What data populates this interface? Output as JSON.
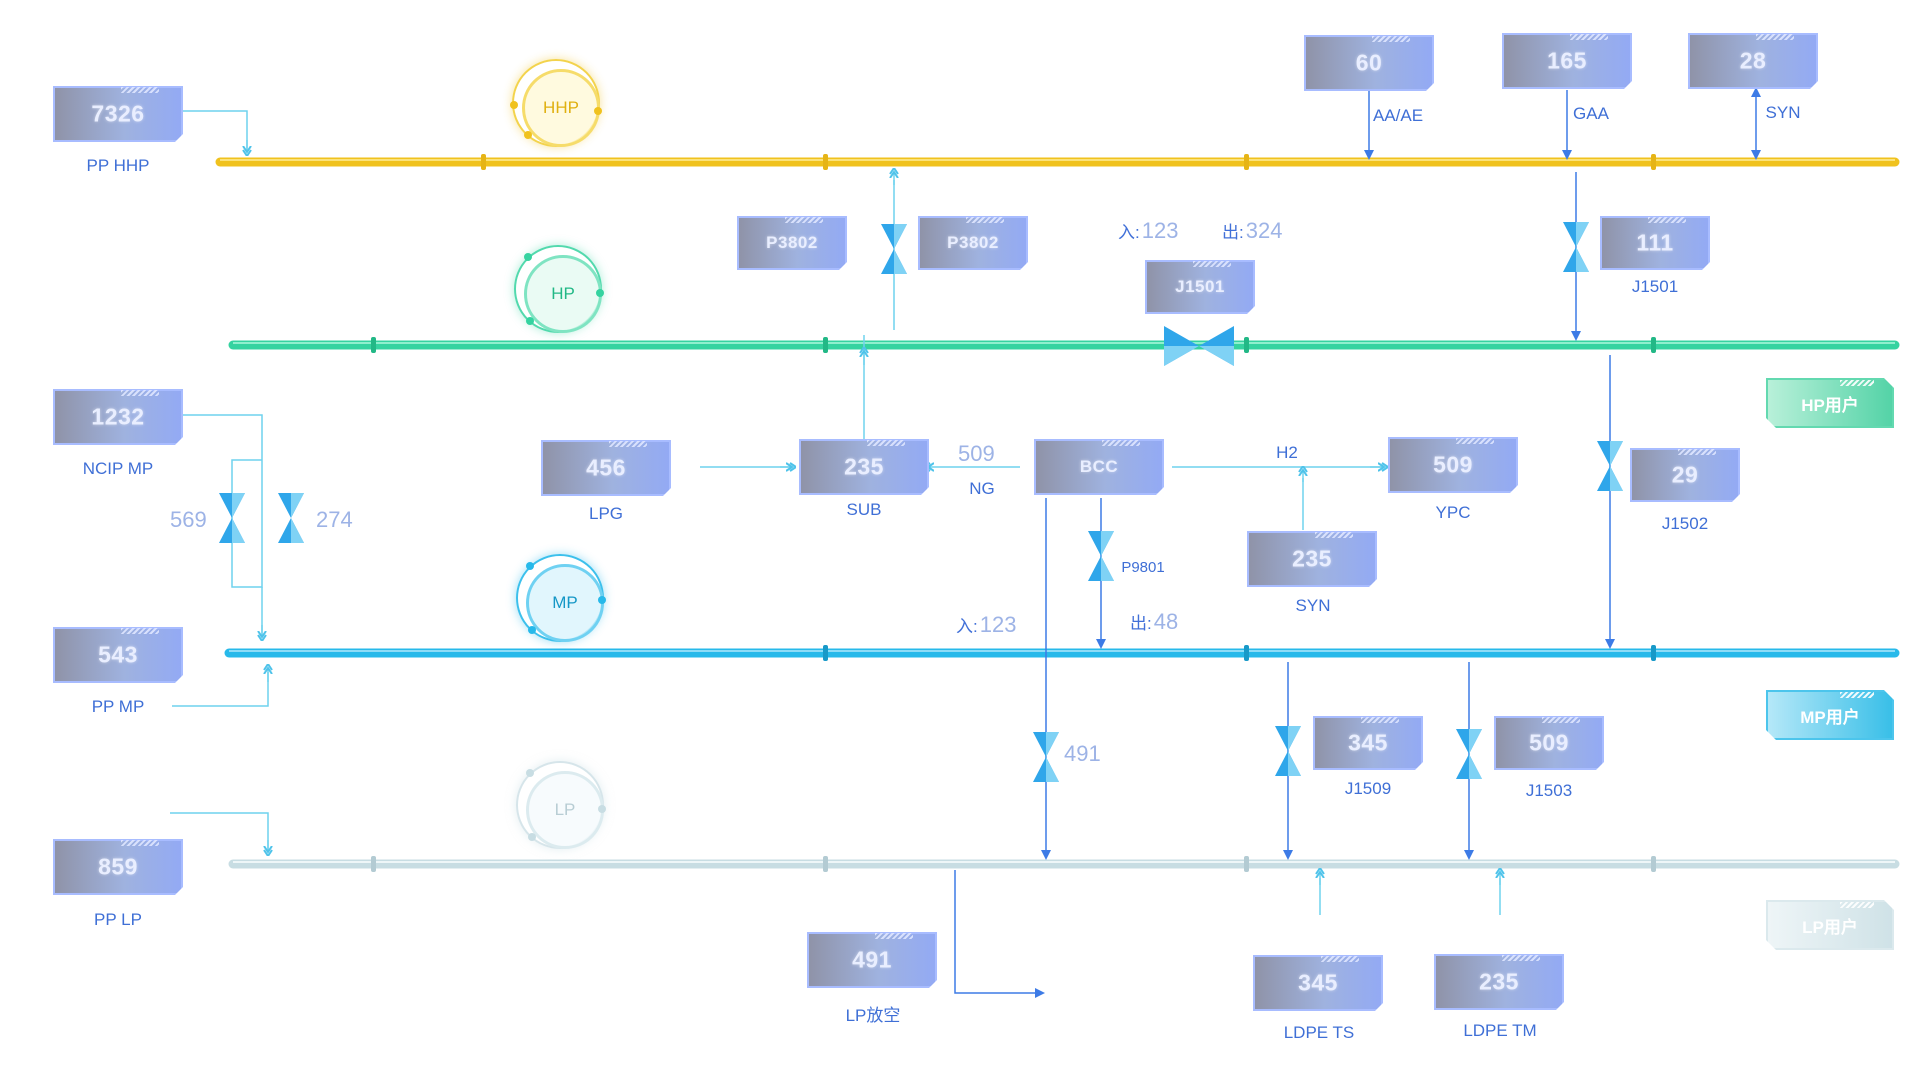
{
  "headers": {
    "hhp": "HHP",
    "hp": "HP",
    "mp": "MP",
    "lp": "LP"
  },
  "colors": {
    "hhp": "#f0c21e",
    "hp": "#35d3a0",
    "mp": "#27b9ea",
    "lp": "#c8dde3",
    "flow": "#3d7be6",
    "branch": "#6fd2ee",
    "valve": "#2fa6ea"
  },
  "boxes": {
    "pp_hhp": {
      "value": "7326",
      "label": "PP HHP"
    },
    "aa_ae": {
      "value": "60",
      "label": "AA/AE"
    },
    "gaa": {
      "value": "165",
      "label": "GAA"
    },
    "syn_top": {
      "value": "28",
      "label": "SYN"
    },
    "p3802_left": {
      "value": "P3802"
    },
    "p3802_right": {
      "value": "P3802"
    },
    "j1501_mid": {
      "value": "J1501"
    },
    "j1501_right": {
      "value": "111",
      "label": "J1501"
    },
    "ncip_mp": {
      "value": "1232",
      "label": "NCIP MP"
    },
    "lpg": {
      "value": "456",
      "label": "LPG"
    },
    "sub": {
      "value": "235",
      "label": "SUB"
    },
    "bcc": {
      "value": "BCC"
    },
    "ypc": {
      "value": "509",
      "label": "YPC"
    },
    "j1502": {
      "value": "29",
      "label": "J1502"
    },
    "syn_mid": {
      "value": "235",
      "label": "SYN"
    },
    "pp_mp": {
      "value": "543",
      "label": "PP MP"
    },
    "j1509": {
      "value": "345",
      "label": "J1509"
    },
    "j1503": {
      "value": "509",
      "label": "J1503"
    },
    "pp_lp": {
      "value": "859",
      "label": "PP LP"
    },
    "lp_vent": {
      "value": "491",
      "label": "LP放空"
    },
    "ldpe_ts": {
      "value": "345",
      "label": "LDPE TS"
    },
    "ldpe_tm": {
      "value": "235",
      "label": "LDPE TM"
    }
  },
  "texts": {
    "ng_value": "509",
    "ng_label": "NG",
    "h2_label": "H2",
    "p9801_label": "P9801",
    "valve_569": "569",
    "valve_274": "274",
    "valve_491": "491",
    "in_label": "入:",
    "out_label": "出:",
    "hp_in": "123",
    "hp_out": "324",
    "mp_in": "123",
    "mp_out": "48"
  },
  "users": {
    "hp": "HP用户",
    "mp": "MP用户",
    "lp": "LP用户"
  }
}
